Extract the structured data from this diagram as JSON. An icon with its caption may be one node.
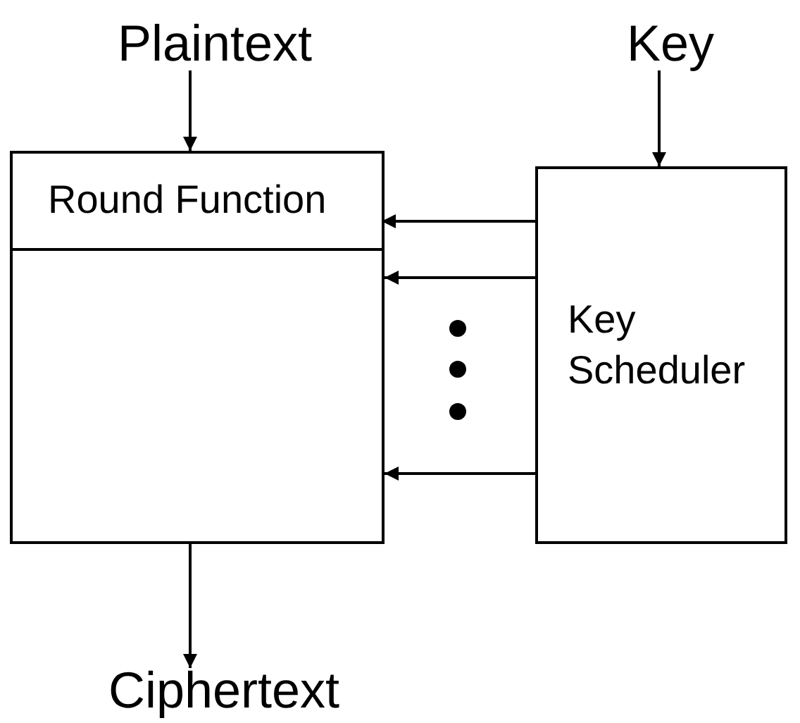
{
  "diagram": {
    "nodes": [
      {
        "text": [
          "Plaintext"
        ]
      },
      {
        "text": [
          "Key"
        ]
      },
      {
        "text": [],
        "shape": "box"
      },
      {
        "text": [
          "Round Function"
        ],
        "in": 2
      },
      {
        "text": [
          "Key Scheduler"
        ]
      },
      {
        "text": [
          "Ciphertext"
        ]
      }
    ],
    "edges": [
      {
        "from": 0,
        "to": 2,
        "arrow": "to"
      },
      {
        "from": 1,
        "to": 4,
        "arrow": "to"
      },
      {
        "from": 4,
        "to": 3,
        "arrow": "to"
      },
      {
        "from": 4,
        "to": 2,
        "arrow": "to"
      },
      {
        "from": 4,
        "to": 2,
        "arrow": "to"
      },
      {
        "from": 2,
        "to": 5,
        "arrow": "to"
      }
    ]
  }
}
